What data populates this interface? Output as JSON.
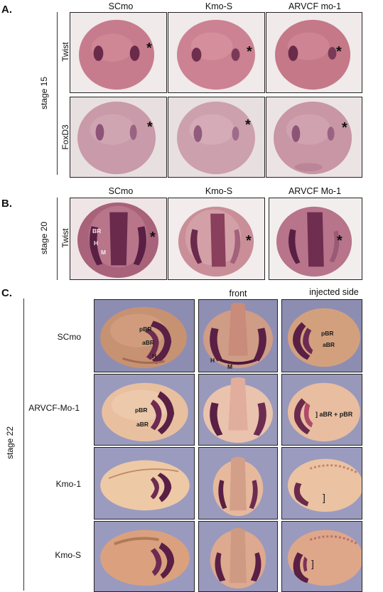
{
  "panel_a": {
    "label": "A.",
    "stage": "stage 15",
    "columns": [
      "SCmo",
      "Kmo-S",
      "ARVCF mo-1"
    ],
    "rows": [
      "Twist",
      "FoxD3"
    ],
    "marker": "*"
  },
  "panel_b": {
    "label": "B.",
    "stage": "stage 20",
    "columns": [
      "SCmo",
      "Kmo-S",
      "ARVCF Mo-1"
    ],
    "row": "Twist",
    "annotations": [
      "BR",
      "H",
      "M"
    ],
    "marker": "*"
  },
  "panel_c": {
    "label": "C.",
    "stage": "stage 22",
    "columns": [
      "front",
      "injected side"
    ],
    "rows": [
      "SCmo",
      "ARVCF-Mo-1",
      "Kmo-1",
      "Kmo-S"
    ],
    "annotations": {
      "scmo_lateral": [
        "pBR",
        "aBR",
        "H"
      ],
      "scmo_front": [
        "H",
        "M"
      ],
      "scmo_injected": [
        "pBR",
        "aBR"
      ],
      "arvcf_lateral": [
        "pBR",
        "aBR"
      ],
      "arvcf_injected": "] aBR + pBR",
      "bracket": "]"
    }
  },
  "colors": {
    "embryo_stage15": "#c97a8c",
    "embryo_stage20": "#a86077",
    "embryo_stage22": "#d9a77e",
    "stain": "#5a1f44",
    "background_a": "#f3eeee",
    "background_c": "#8f8fb5"
  }
}
